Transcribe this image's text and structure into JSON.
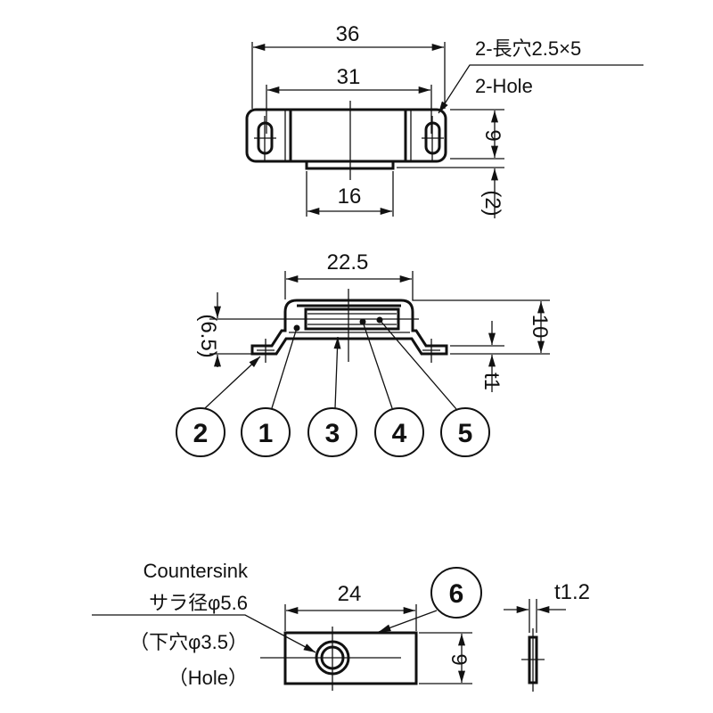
{
  "top_view": {
    "dim_overall_width": "36",
    "dim_hole_pitch": "31",
    "dim_tab_width": "16",
    "dim_height": "9",
    "dim_tab_height": "(2)",
    "hole_note_jp": "2-長穴2.5×5",
    "hole_note_en": "2-Hole"
  },
  "side_view": {
    "dim_cap_width": "22.5",
    "dim_total_height": "10",
    "dim_thickness": "t1",
    "dim_cap_height": "(6.5)"
  },
  "callouts": [
    "2",
    "1",
    "3",
    "4",
    "5"
  ],
  "plate_view": {
    "callout": "6",
    "dim_length": "24",
    "dim_width": "9",
    "dim_thickness": "t1.2",
    "note_en": "Countersink",
    "note_jp_countersink": "サラ径φ5.6",
    "note_jp_hole": "（下穴φ3.5）",
    "note_en_hole": "（Hole）"
  },
  "colors": {
    "line": "#111111",
    "background": "#ffffff"
  }
}
